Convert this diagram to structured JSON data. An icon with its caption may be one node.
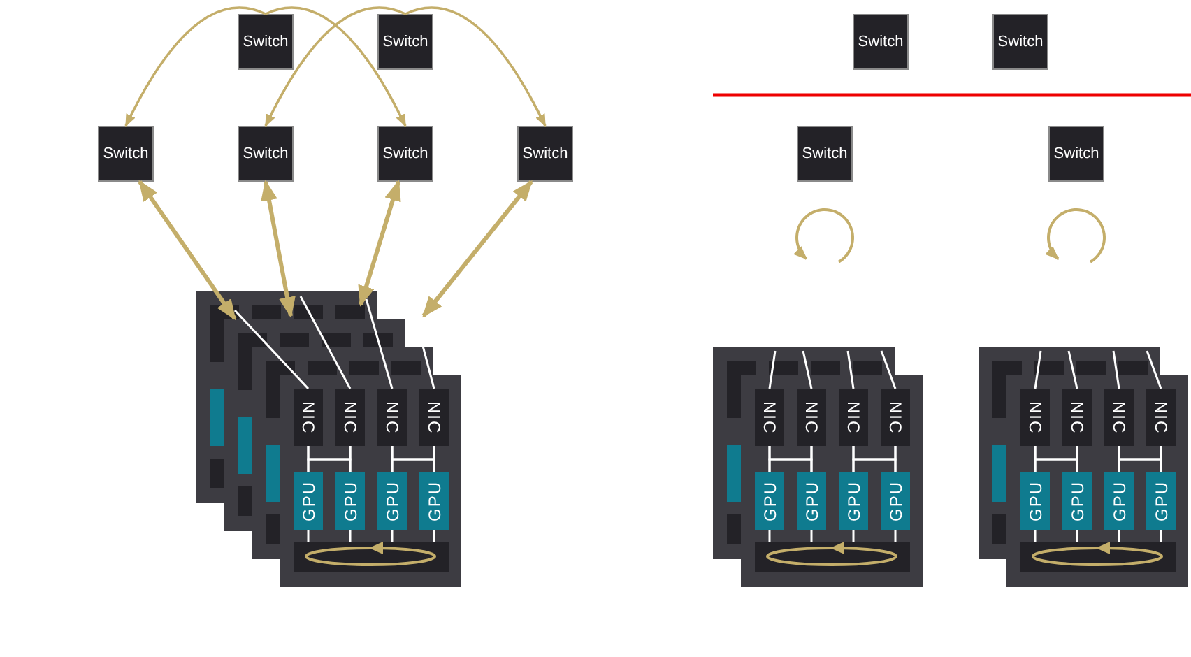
{
  "diagram": {
    "nodes": [
      {
        "text": [
          "Switch"
        ]
      },
      {
        "text": [
          "Switch"
        ]
      },
      {
        "text": [
          "Switch"
        ]
      },
      {
        "text": [
          "Switch"
        ]
      },
      {
        "text": [
          "Switch"
        ]
      },
      {
        "text": [
          "Switch"
        ]
      },
      {
        "text": [
          "Switch"
        ]
      },
      {
        "text": [
          "Switch"
        ]
      },
      {
        "text": [
          "Switch"
        ]
      },
      {
        "text": [
          "Switch"
        ]
      },
      {
        "text": [],
        "shape": "box"
      },
      {
        "text": [
          "NIC"
        ],
        "in": 10
      },
      {
        "text": [
          "NIC"
        ],
        "in": 10
      },
      {
        "text": [
          "NIC"
        ],
        "in": 10
      },
      {
        "text": [
          "NIC"
        ],
        "in": 10
      },
      {
        "text": [
          "GPU"
        ],
        "in": 10
      },
      {
        "text": [
          "GPU"
        ],
        "in": 10
      },
      {
        "text": [
          "GPU"
        ],
        "in": 10
      },
      {
        "text": [
          "GPU"
        ],
        "in": 10
      },
      {
        "text": [],
        "shape": "bar",
        "in": 10
      },
      {
        "text": [],
        "shape": "box"
      },
      {
        "text": [
          "NIC"
        ],
        "in": 20
      },
      {
        "text": [
          "NIC"
        ],
        "in": 20
      },
      {
        "text": [
          "NIC"
        ],
        "in": 20
      },
      {
        "text": [
          "NIC"
        ],
        "in": 20
      },
      {
        "text": [
          "GPU"
        ],
        "in": 20
      },
      {
        "text": [
          "GPU"
        ],
        "in": 20
      },
      {
        "text": [
          "GPU"
        ],
        "in": 20
      },
      {
        "text": [
          "GPU"
        ],
        "in": 20
      },
      {
        "text": [],
        "shape": "bar",
        "in": 20
      },
      {
        "text": [],
        "shape": "box"
      },
      {
        "text": [
          "NIC"
        ],
        "in": 30
      },
      {
        "text": [
          "NIC"
        ],
        "in": 30
      },
      {
        "text": [
          "NIC"
        ],
        "in": 30
      },
      {
        "text": [
          "NIC"
        ],
        "in": 30
      },
      {
        "text": [
          "GPU"
        ],
        "in": 30
      },
      {
        "text": [
          "GPU"
        ],
        "in": 30
      },
      {
        "text": [
          "GPU"
        ],
        "in": 30
      },
      {
        "text": [
          "GPU"
        ],
        "in": 30
      },
      {
        "text": [],
        "shape": "bar",
        "in": 30
      },
      {
        "text": [],
        "shape": "box"
      },
      {
        "text": [],
        "shape": "box"
      },
      {
        "text": [],
        "shape": "box"
      }
    ],
    "edges": [
      {
        "from": 0,
        "to": 2,
        "arrow": "to",
        "color": "#c4ae6a"
      },
      {
        "from": 0,
        "to": 4,
        "arrow": "to",
        "color": "#c4ae6a"
      },
      {
        "from": 1,
        "to": 3,
        "arrow": "to",
        "color": "#c4ae6a"
      },
      {
        "from": 1,
        "to": 5,
        "arrow": "to",
        "color": "#c4ae6a"
      },
      {
        "from": 2,
        "to": 40,
        "arrow": "both",
        "style": "thick",
        "color": "#c4ae6a"
      },
      {
        "from": 3,
        "to": 40,
        "arrow": "both",
        "style": "thick",
        "color": "#c4ae6a"
      },
      {
        "from": 4,
        "to": 40,
        "arrow": "both",
        "style": "thick",
        "color": "#c4ae6a"
      },
      {
        "from": 5,
        "to": 40,
        "arrow": "both",
        "style": "thick",
        "color": "#c4ae6a"
      },
      {
        "from": 11,
        "to": 15,
        "arrow": "none"
      },
      {
        "from": 11,
        "to": 16,
        "arrow": "none"
      },
      {
        "from": 12,
        "to": 15,
        "arrow": "none"
      },
      {
        "from": 12,
        "to": 16,
        "arrow": "none"
      },
      {
        "from": 13,
        "to": 17,
        "arrow": "none"
      },
      {
        "from": 13,
        "to": 18,
        "arrow": "none"
      },
      {
        "from": 14,
        "to": 17,
        "arrow": "none"
      },
      {
        "from": 14,
        "to": 18,
        "arrow": "none"
      },
      {
        "from": 15,
        "to": 19,
        "arrow": "none"
      },
      {
        "from": 16,
        "to": 19,
        "arrow": "none"
      },
      {
        "from": 17,
        "to": 19,
        "arrow": "none"
      },
      {
        "from": 18,
        "to": 19,
        "arrow": "none"
      },
      {
        "from": 11,
        "to": 40,
        "arrow": "none"
      },
      {
        "from": 12,
        "to": 40,
        "arrow": "none"
      },
      {
        "from": 13,
        "to": 40,
        "arrow": "none"
      },
      {
        "from": 14,
        "to": 40,
        "arrow": "none"
      },
      {
        "from": 21,
        "to": 25,
        "arrow": "none"
      },
      {
        "from": 21,
        "to": 26,
        "arrow": "none"
      },
      {
        "from": 22,
        "to": 25,
        "arrow": "none"
      },
      {
        "from": 22,
        "to": 26,
        "arrow": "none"
      },
      {
        "from": 23,
        "to": 27,
        "arrow": "none"
      },
      {
        "from": 23,
        "to": 28,
        "arrow": "none"
      },
      {
        "from": 24,
        "to": 27,
        "arrow": "none"
      },
      {
        "from": 24,
        "to": 28,
        "arrow": "none"
      },
      {
        "from": 25,
        "to": 29,
        "arrow": "none"
      },
      {
        "from": 26,
        "to": 29,
        "arrow": "none"
      },
      {
        "from": 27,
        "to": 29,
        "arrow": "none"
      },
      {
        "from": 28,
        "to": 29,
        "arrow": "none"
      },
      {
        "from": 21,
        "to": 41,
        "arrow": "none"
      },
      {
        "from": 22,
        "to": 41,
        "arrow": "none"
      },
      {
        "from": 23,
        "to": 41,
        "arrow": "none"
      },
      {
        "from": 24,
        "to": 41,
        "arrow": "none"
      },
      {
        "from": 31,
        "to": 35,
        "arrow": "none"
      },
      {
        "from": 31,
        "to": 36,
        "arrow": "none"
      },
      {
        "from": 32,
        "to": 35,
        "arrow": "none"
      },
      {
        "from": 32,
        "to": 36,
        "arrow": "none"
      },
      {
        "from": 33,
        "to": 37,
        "arrow": "none"
      },
      {
        "from": 33,
        "to": 38,
        "arrow": "none"
      },
      {
        "from": 34,
        "to": 37,
        "arrow": "none"
      },
      {
        "from": 34,
        "to": 38,
        "arrow": "none"
      },
      {
        "from": 35,
        "to": 39,
        "arrow": "none"
      },
      {
        "from": 36,
        "to": 39,
        "arrow": "none"
      },
      {
        "from": 37,
        "to": 39,
        "arrow": "none"
      },
      {
        "from": 38,
        "to": 39,
        "arrow": "none"
      },
      {
        "from": 31,
        "to": 42,
        "arrow": "none"
      },
      {
        "from": 32,
        "to": 42,
        "arrow": "none"
      },
      {
        "from": 33,
        "to": 42,
        "arrow": "none"
      },
      {
        "from": 34,
        "to": 42,
        "arrow": "none"
      }
    ]
  }
}
